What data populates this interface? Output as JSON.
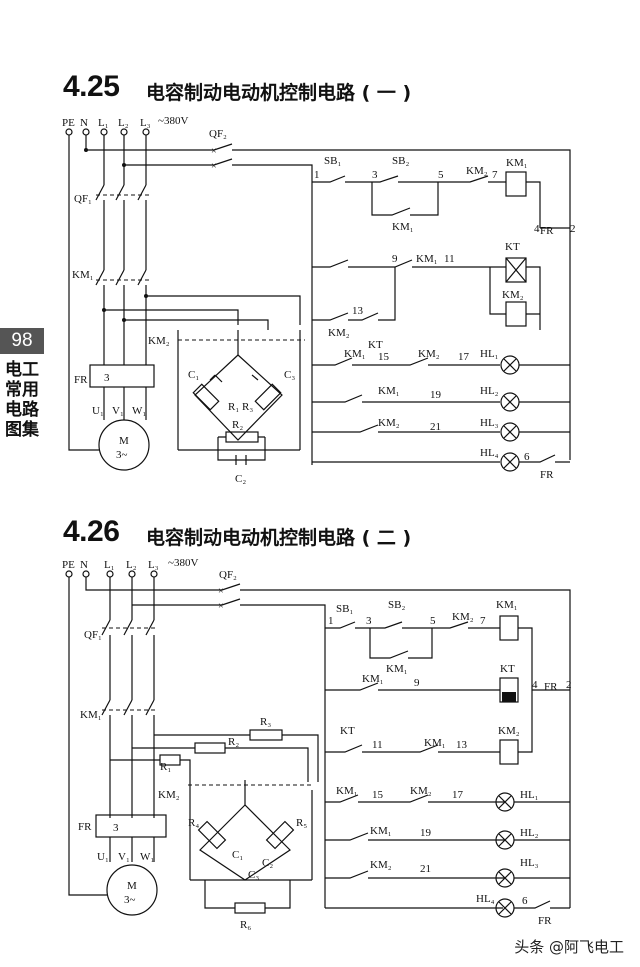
{
  "side_tab": {
    "page_number": "98",
    "book_title": "电工常用电路图集"
  },
  "watermark": "头条 @阿飞电工",
  "figures": [
    {
      "number": "4.25",
      "title": "电容制动电动机控制电路 ( 一 )",
      "power": {
        "pe": "PE",
        "n": "N",
        "l1": "L₁",
        "l2": "L₂",
        "l3": "L₃",
        "voltage": "~380V"
      },
      "labels": {
        "qf2": "QF₂",
        "qf1": "QF₁",
        "km1": "KM₁",
        "km2": "KM₂",
        "fr": "FR",
        "fr_num": "3",
        "u": "U₁",
        "v": "V₁",
        "w": "W₁",
        "motor": "M",
        "motor_sub": "3~",
        "c1": "C₁",
        "c2": "C₂",
        "c3": "C₃",
        "r1": "R₁",
        "r2": "R₂",
        "r3": "R₃",
        "sb1": "SB₁",
        "sb2": "SB₂",
        "kt": "KT",
        "hl1": "HL₁",
        "hl2": "HL₂",
        "hl3": "HL₃",
        "hl4": "HL₄"
      },
      "nodes": [
        "1",
        "3",
        "5",
        "7",
        "4",
        "2",
        "9",
        "11",
        "13",
        "15",
        "17",
        "19",
        "21",
        "6"
      ]
    },
    {
      "number": "4.26",
      "title": "电容制动电动机控制电路 ( 二 )",
      "power": {
        "pe": "PE",
        "n": "N",
        "l1": "L₁",
        "l2": "L₂",
        "l3": "L₃",
        "voltage": "~380V"
      },
      "labels": {
        "qf2": "QF₂",
        "qf1": "QF₁",
        "km1": "KM₁",
        "km2": "KM₂",
        "fr": "FR",
        "fr_num": "3",
        "u": "U₁",
        "v": "V₁",
        "w": "W₁",
        "motor": "M",
        "motor_sub": "3~",
        "c1": "C₁",
        "c2": "C₂",
        "c3": "C₃",
        "r1": "R₁",
        "r2": "R₂",
        "r3": "R₃",
        "r4": "R₄",
        "r5": "R₅",
        "r6": "R₆",
        "sb1": "SB₁",
        "sb2": "SB₂",
        "kt": "KT",
        "hl1": "HL₁",
        "hl2": "HL₂",
        "hl3": "HL₃",
        "hl4": "HL₄"
      },
      "nodes": [
        "1",
        "3",
        "5",
        "7",
        "9",
        "4",
        "2",
        "11",
        "13",
        "15",
        "17",
        "19",
        "21",
        "6"
      ]
    }
  ]
}
